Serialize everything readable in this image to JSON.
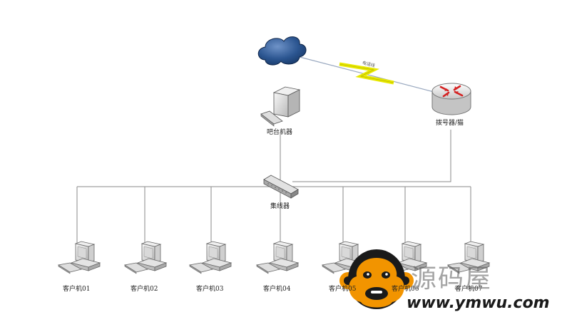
{
  "nodes": {
    "router_label": "拨号器/猫",
    "server_label": "吧台机器",
    "hub_label": "集线器",
    "link_label": "电话线"
  },
  "clients": [
    {
      "label": "客户机01"
    },
    {
      "label": "客户机02"
    },
    {
      "label": "客户机03"
    },
    {
      "label": "客户机04"
    },
    {
      "label": "客户机05"
    },
    {
      "label": "客户机06"
    },
    {
      "label": "客户机07"
    }
  ],
  "watermark": {
    "brand": "源码屋",
    "url": "www.ymwu.com",
    "brand_color": "#f29400"
  },
  "colors": {
    "cloud": "#1d3f73",
    "lightning": "#f0f000",
    "router_arrows": "#d42020",
    "lines": "#8a8a8a"
  }
}
